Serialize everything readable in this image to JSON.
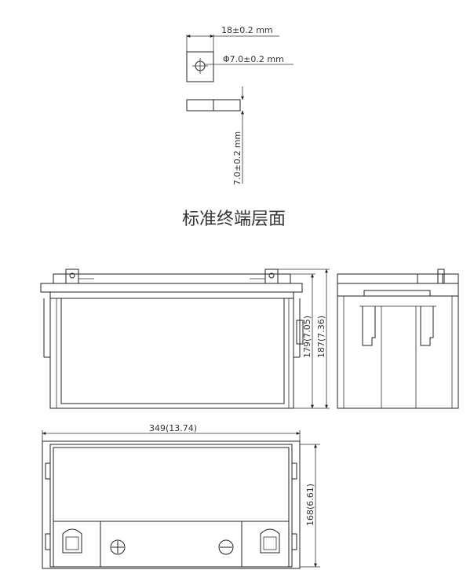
{
  "terminal": {
    "width_label": "18±0.2 mm",
    "hole_label": "Φ7.0±0.2 mm",
    "thickness_label": "7.0±0.2 mm"
  },
  "section_title": "标准终端层面",
  "dimensions": {
    "height_179": "179(7.05)",
    "height_187": "187(7.36)",
    "length": "349(13.74)",
    "width": "168(6.61)"
  }
}
